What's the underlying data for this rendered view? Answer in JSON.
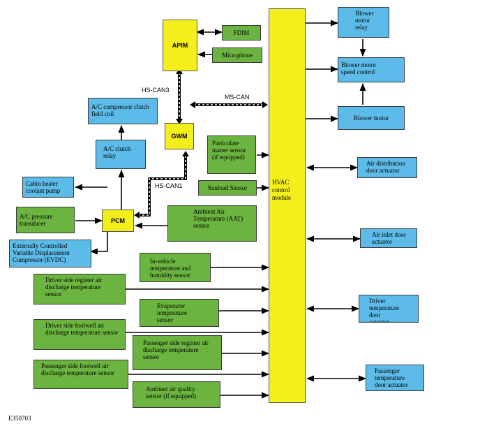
{
  "hvac": "HVAC control module",
  "apim": "APIM",
  "gwm": "GWM",
  "pcm": "PCM",
  "fdim": "FDIM",
  "microphone": "Microphone",
  "ac_compressor_clutch_field_coil": "A/C compressor clutch field coil",
  "ac_clutch_relay": "A/C clutch relay",
  "cabin_heater_coolant_pump": "Cabin heater coolant pump",
  "ac_pressure_transducer": "A/C pressure transducer",
  "evdc": "Externally Controlled Variable Displacement Compressor (EVDC)",
  "particulate_sensor": "Particulate matter sensor (if equipped)",
  "sunload_sensor": "Sunload Sensor",
  "aat_sensor": "Ambient Air Temperature (AAT) sensor",
  "in_vehicle_sensor": "In-vehicle temperature and humidity sensor",
  "driver_register_sensor": "Driver side register air discharge temperature sensor",
  "evaporator_sensor": "Evaporator temperature sensor",
  "driver_footwell_sensor": "Driver side footwell air discharge temperature sensor",
  "passenger_register_sensor": "Passenger side register air discharge temperature sensor",
  "passenger_footwell_sensor": "Passenger side footwell air discharge temperature sensor",
  "air_quality_sensor": "Ambient air quality sensor (if equipped)",
  "blower_motor_relay": "Blower motor relay",
  "blower_speed_control": "Blower motor speed control",
  "blower_motor": "Blower motor",
  "air_distribution_actuator": "Air distribution door actuator",
  "air_inlet_actuator": "Air inlet door actuator",
  "driver_temp_actuator": "Driver temperature door actuator",
  "passenger_temp_actuator": "Passenger temperature door actuator",
  "bus_hs_can3": "HS-CAN3",
  "bus_ms_can": "MS-CAN",
  "bus_hs_can1": "HS-CAN1",
  "figure_id": "E350703"
}
